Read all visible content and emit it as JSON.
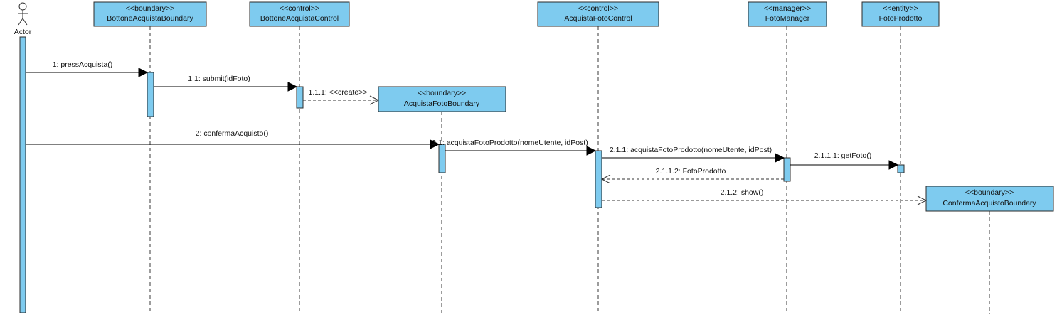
{
  "actor": {
    "name": "Actor"
  },
  "objects": [
    {
      "id": "bab",
      "stereotype": "<<boundary>>",
      "name": "BottoneAcquistaBoundary"
    },
    {
      "id": "bac",
      "stereotype": "<<control>>",
      "name": "BottoneAcquistaControl"
    },
    {
      "id": "afb",
      "stereotype": "<<boundary>>",
      "name": "AcquistaFotoBoundary"
    },
    {
      "id": "afc",
      "stereotype": "<<control>>",
      "name": "AcquistaFotoControl"
    },
    {
      "id": "fm",
      "stereotype": "<<manager>>",
      "name": "FotoManager"
    },
    {
      "id": "fp",
      "stereotype": "<<entity>>",
      "name": "FotoProdotto"
    },
    {
      "id": "cab",
      "stereotype": "<<boundary>>",
      "name": "ConfermaAcquistoBoundary"
    }
  ],
  "messages": [
    {
      "label": "1: pressAcquista()",
      "kind": "sync"
    },
    {
      "label": "1.1: submit(idFoto)",
      "kind": "sync"
    },
    {
      "label": "1.1.1: <<create>>",
      "kind": "create"
    },
    {
      "label": "2: confermaAcquisto()",
      "kind": "sync"
    },
    {
      "label": "2.1: acquistaFotoProdotto(nomeUtente, idPost)",
      "kind": "sync"
    },
    {
      "label": "2.1.1: acquistaFotoProdotto(nomeUtente, idPost)",
      "kind": "sync"
    },
    {
      "label": "2.1.1.1: getFoto()",
      "kind": "sync"
    },
    {
      "label": "2.1.1.2: FotoProdotto",
      "kind": "return"
    },
    {
      "label": "2.1.2: show()",
      "kind": "create"
    }
  ],
  "colors": {
    "box_fill": "#7ecbef",
    "stroke": "#2b2b2b"
  }
}
